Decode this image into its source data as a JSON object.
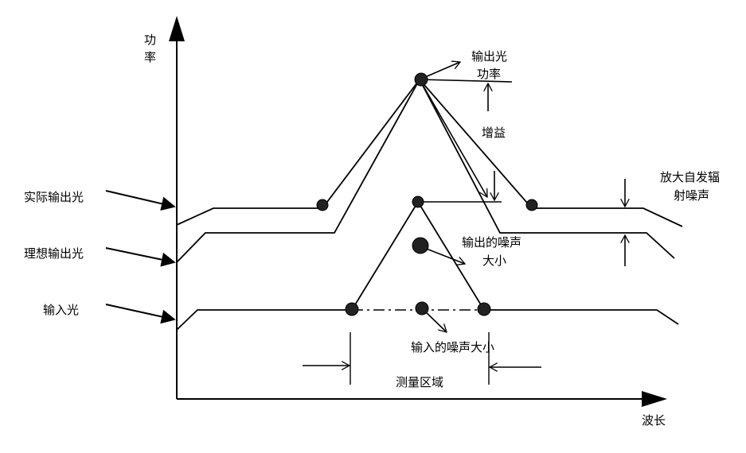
{
  "axes": {
    "y_label_line1": "功",
    "y_label_line2": "率",
    "x_label": "波长"
  },
  "left_labels": {
    "actual_output": "实际输出光",
    "ideal_output": "理想输出光",
    "input": "输入光"
  },
  "annotations": {
    "output_power_line1": "输出光",
    "output_power_line2": "功率",
    "gain": "增益",
    "ase_line1": "放大自发辐",
    "ase_line2": "射噪声",
    "output_noise_line1": "输出的噪声",
    "output_noise_line2": "大小",
    "input_noise": "输入的噪声大小",
    "measure_region": "测量区域"
  }
}
